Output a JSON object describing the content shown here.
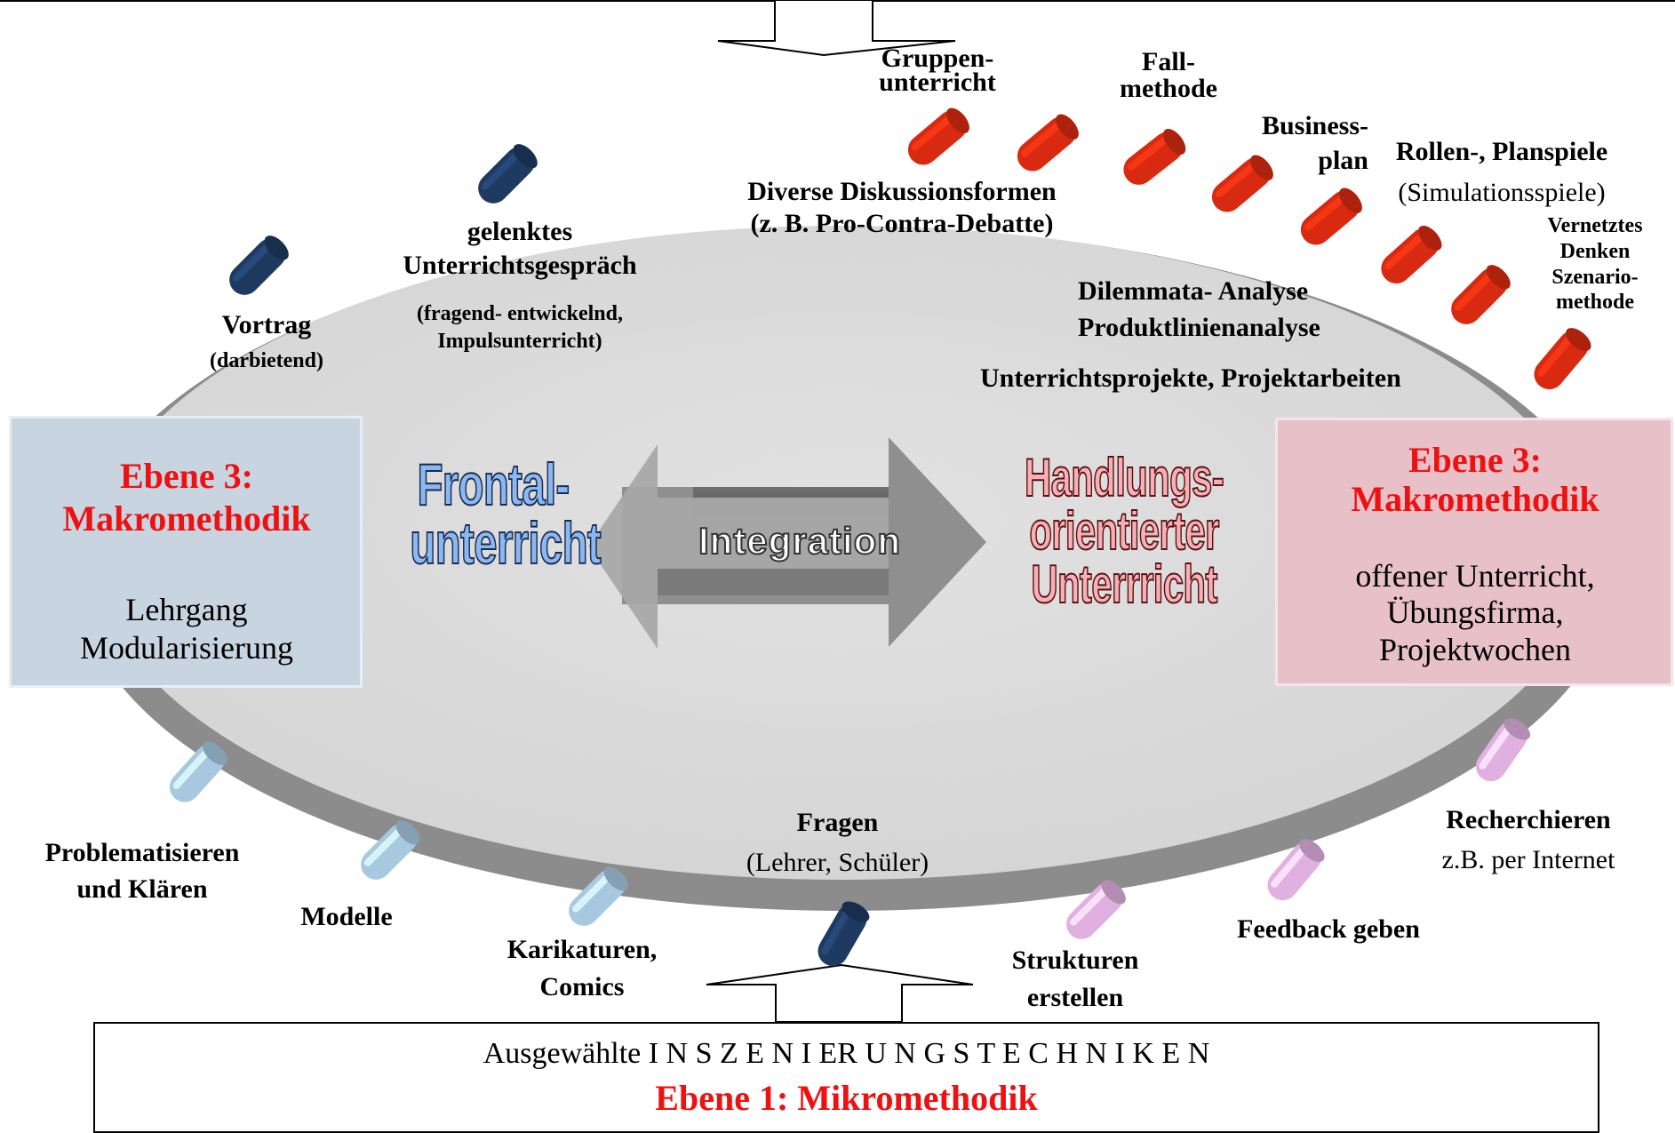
{
  "colors": {
    "accent_red": "#ee1111",
    "dark_blue_roll": "#1e3a60",
    "red_roll": "#d82a10",
    "light_blue_roll": "#a8c8e0",
    "pink_roll": "#e0b0e0",
    "ring": "#8c8c8c",
    "ellipse_fill": "#dcdcdc"
  },
  "top_labels": {
    "gruppenunterricht": "Gruppen-\nunterricht",
    "fallmethode": "Fall-\nmethode",
    "businessplan": "Business-\nplan",
    "rollenspiele_title": "Rollen-, Planspiele",
    "rollenspiele_sub": "(Simulationsspiele)",
    "vernetztes": "Vernetztes\nDenken\nSzenario-\nmethode",
    "diskussion": "Diverse Diskussionsformen\n(z. B. Pro-Contra-Debatte)",
    "gelenktes_title": "gelenktes\nUnterrichtsgespräch",
    "gelenktes_sub": "(fragend- entwickelnd,\nImpulsunterricht)",
    "vortrag_title": "Vortrag",
    "vortrag_sub": "(darbietend)",
    "dilemmata": "Dilemmata- Analyse\nProduktlinienanalyse",
    "projekte": "Unterrichtsprojekte, Projektarbeiten"
  },
  "left_panel": {
    "title": "Ebene 3:\nMakromethodik",
    "body": "Lehrgang\nModularisierung"
  },
  "right_panel": {
    "title": "Ebene 3:\nMakromethodik",
    "body": "offener Unterricht,\nÜbungsfirma,\nProjektwochen"
  },
  "center": {
    "frontal": "Frontal-\nunterricht",
    "integration": "Integration",
    "handlungs": "Handlungs-\norientierter\nUnterrricht"
  },
  "bottom_labels": {
    "problematisieren": "Problematisieren\nund Klären",
    "modelle": "Modelle",
    "karikaturen": "Karikaturen,\nComics",
    "fragen_title": "Fragen",
    "fragen_sub": "(Lehrer, Schüler)",
    "strukturen": "Strukturen\nerstellen",
    "feedback": "Feedback geben",
    "recherchieren_title": "Recherchieren",
    "recherchieren_sub": "z.B. per Internet"
  },
  "bottom_box": {
    "line1": "Ausgewählte I N S Z E N I ER U N G S T E C H N  I K E N",
    "line2": "Ebene 1: Mikromethodik"
  }
}
